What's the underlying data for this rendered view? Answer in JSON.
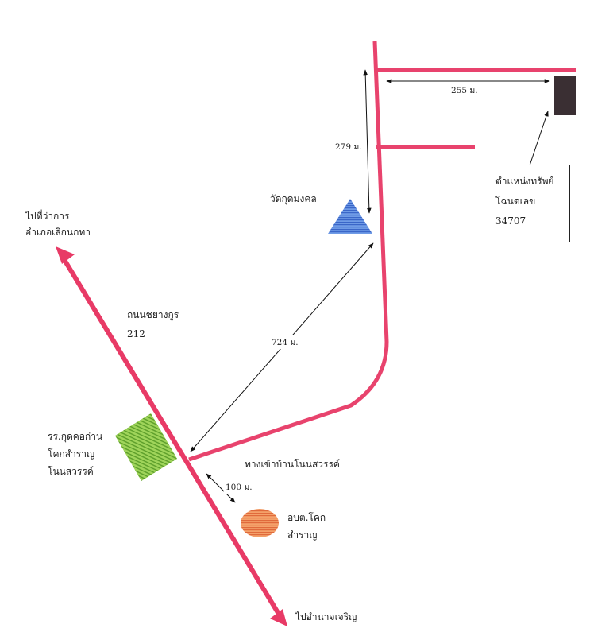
{
  "colors": {
    "road": "#e8436d",
    "road_main": "#e83a66",
    "temple": "#4a7fd6",
    "school": "#7fbf3a",
    "office": "#f08a4f",
    "property": "#3a2f33",
    "arrow": "#111111"
  },
  "icons": {
    "temple": "blue-triangle-icon",
    "school": "green-square-icon",
    "office": "orange-oval-icon",
    "property": "dark-rectangle-icon"
  },
  "labels": {
    "north_direction": [
      "ไปที่ว่าการ",
      "อำเภอเลิกนกทา"
    ],
    "road_name": [
      "ถนนชยางกูร",
      "212"
    ],
    "temple": "วัดกุดมงคล",
    "school": [
      "รร.กุดคอก่าน",
      "โคกสำราญ",
      "โนนสวรรค์"
    ],
    "village_entrance": "ทางเข้าบ้านโนนสวรรค์",
    "office": [
      "อบต.โคก",
      "สำราญ"
    ],
    "south_direction": "ไปอำนาจเจริญ"
  },
  "distances": {
    "east": "255 ม.",
    "north": "279 ม.",
    "diagonal": "724 ม.",
    "office": "100 ม."
  },
  "property_box": {
    "line1": "ตำแหน่งทรัพย์",
    "line2": "โฉนดเลข",
    "line3": "34707"
  }
}
